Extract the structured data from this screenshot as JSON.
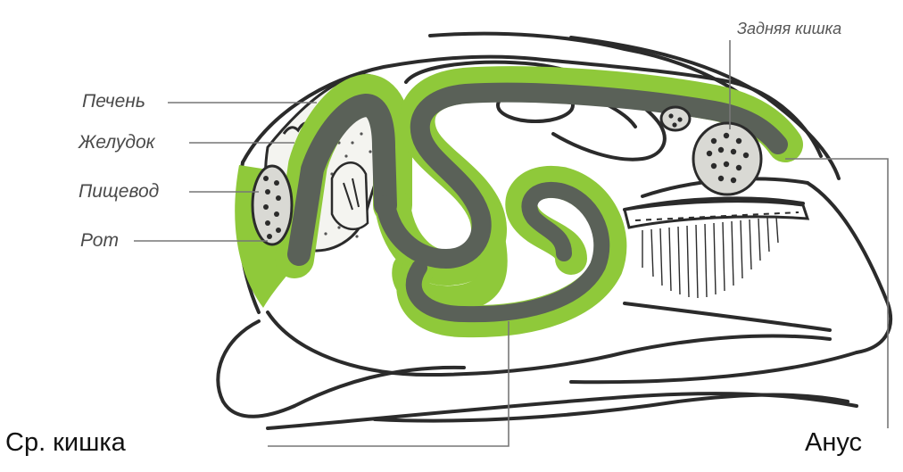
{
  "labels": {
    "liver": "Печень",
    "stomach": "Желудок",
    "esophagus": "Пищевод",
    "mouth": "Рот",
    "hindgut": "Задняя кишка",
    "midgut": "Ср. кишка",
    "anus": "Анус"
  },
  "colors": {
    "outline": "#2b2b2b",
    "gut_dark": "#5a6158",
    "gut_halo": "#8fc93a",
    "leader": "#777777"
  }
}
